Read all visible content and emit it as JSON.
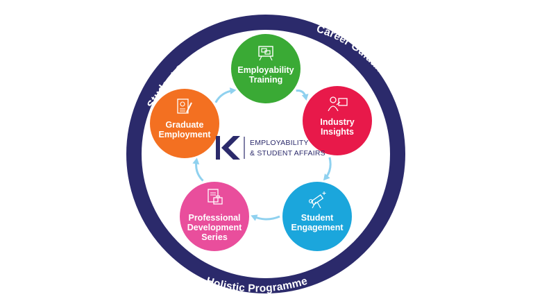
{
  "diagram": {
    "ring_labels": {
      "top_left": "Student Support",
      "right": "Career Guidance & Employability Skills",
      "bottom": "Holistic Programme"
    },
    "center_logo": {
      "letter": "K",
      "line1": "EMPLOYABILITY",
      "line2": "& STUDENT AFFAIRS"
    },
    "nodes": [
      {
        "id": "employability-training",
        "lines": [
          "Employability",
          "Training"
        ],
        "color": "#3aaa35",
        "icon": "presentation-board-icon"
      },
      {
        "id": "industry-insights",
        "lines": [
          "Industry",
          "Insights"
        ],
        "color": "#e8194a",
        "icon": "presenter-icon"
      },
      {
        "id": "student-engagement",
        "lines": [
          "Student",
          "Engagement"
        ],
        "color": "#1ba6dc",
        "icon": "telescope-icon"
      },
      {
        "id": "professional-development-series",
        "lines": [
          "Professional",
          "Development",
          "Series"
        ],
        "color": "#e94e9c",
        "icon": "briefcase-document-icon"
      },
      {
        "id": "graduate-employment",
        "lines": [
          "Graduate",
          "Employment"
        ],
        "color": "#f37021",
        "icon": "certificate-pen-icon"
      }
    ],
    "colors": {
      "ring": "#2b2a6b",
      "arrow": "#8fd1ef",
      "logo": "#2b2a6b"
    }
  }
}
